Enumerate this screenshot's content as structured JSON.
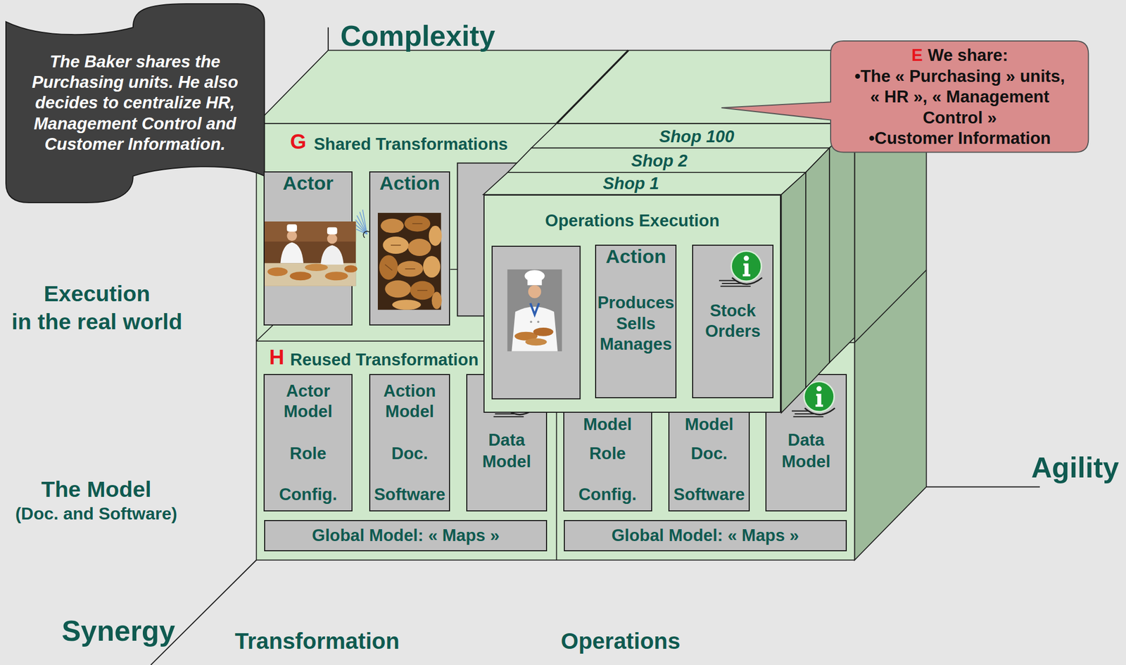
{
  "diagram": {
    "nodes": [
      {
        "text": [
          "The Baker shares the Purchasing units. He also decides to centralize HR, Management Control and Customer Information."
        ]
      },
      {
        "text": [
          "G",
          "Shared Transformations"
        ]
      },
      {
        "text": [
          "Actor"
        ],
        "in": 1
      },
      {
        "text": [
          "Action"
        ],
        "in": 1
      },
      {
        "text": [
          "H",
          "Reused Transformation"
        ]
      },
      {
        "text": [
          "Actor Model",
          "Role",
          "Config."
        ],
        "in": 4
      },
      {
        "text": [
          "Action Model",
          "Doc.",
          "Software"
        ],
        "in": 4
      },
      {
        "text": [
          "Data Model"
        ],
        "in": 4
      },
      {
        "text": [
          "Global Model: « Maps »"
        ],
        "in": 4
      },
      {
        "text": [
          "Model",
          "Role",
          "Config."
        ]
      },
      {
        "text": [
          "Model",
          "Doc.",
          "Software"
        ]
      },
      {
        "text": [
          "Data Model"
        ]
      },
      {
        "text": [
          "Global Model: « Maps »"
        ]
      },
      {
        "text": [
          "Shop 1",
          "Operations Execution"
        ]
      },
      {
        "text": [
          "Action",
          "Produces Sells Manages"
        ],
        "in": 13
      },
      {
        "text": [
          "Stock Orders"
        ],
        "in": 13
      },
      {
        "text": [
          "E",
          "We share:",
          "•The « Purchasing » units, « HR », « Management Control »",
          "•Customer Information"
        ]
      }
    ],
    "labels": [
      "Complexity",
      "Shop 100",
      "Shop 2",
      "Execution",
      "in the real world",
      "The Model",
      "(Doc. and Software)",
      "Agility",
      "Synergy",
      "Transformation",
      "Operations"
    ]
  }
}
